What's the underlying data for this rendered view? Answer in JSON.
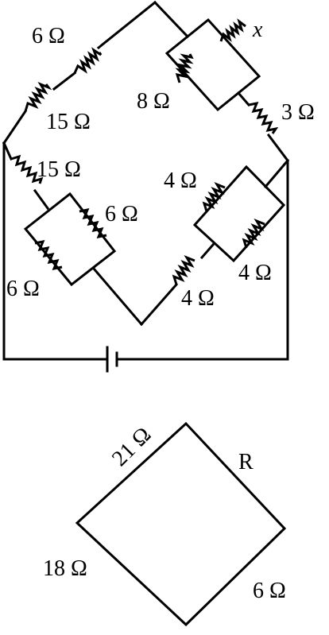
{
  "circuit": {
    "labels": {
      "r_top_left_upper": "6 Ω",
      "r_top_left_lower": "15 Ω",
      "r_x": "x",
      "r_8": "8 Ω",
      "r_3": "3 Ω",
      "r_left_15": "15 Ω",
      "r_left_6_inner": "6 Ω",
      "r_left_6_outer": "6 Ω",
      "r_right_4_top": "4 Ω",
      "r_right_4_side": "4 Ω",
      "r_right_4_bottom": "4 Ω"
    }
  },
  "bridge": {
    "labels": {
      "top_left": "21 Ω",
      "top_right": "R",
      "bottom_left": "18 Ω",
      "bottom_right": "6 Ω"
    }
  },
  "colors": {
    "ink": "#000000",
    "background": "#ffffff"
  }
}
